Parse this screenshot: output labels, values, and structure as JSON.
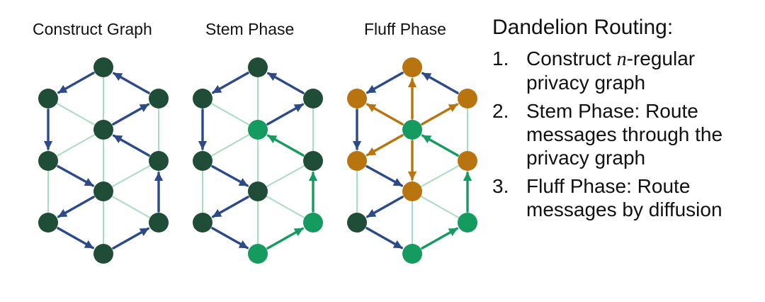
{
  "colors": {
    "node_dark": "#1f4d38",
    "node_green": "#159a60",
    "node_orange": "#b8740f",
    "edge_light": "#a7dcc2",
    "arrow_blue": "#2c4a8a",
    "arrow_green": "#159a60",
    "arrow_orange": "#b8740f"
  },
  "panels": [
    {
      "title": "Construct Graph",
      "node_colors": [
        "dark",
        "dark",
        "dark",
        "dark",
        "dark",
        "dark",
        "dark",
        "dark",
        "dark",
        "dark"
      ],
      "arrows": [
        {
          "from": 0,
          "to": 1,
          "color": "blue"
        },
        {
          "from": 2,
          "to": 0,
          "color": "blue"
        },
        {
          "from": 7,
          "to": 2,
          "color": "blue"
        },
        {
          "from": 1,
          "to": 3,
          "color": "blue"
        },
        {
          "from": 4,
          "to": 7,
          "color": "blue"
        },
        {
          "from": 3,
          "to": 8,
          "color": "blue"
        },
        {
          "from": 8,
          "to": 5,
          "color": "blue"
        },
        {
          "from": 5,
          "to": 9,
          "color": "blue"
        },
        {
          "from": 9,
          "to": 6,
          "color": "blue"
        },
        {
          "from": 6,
          "to": 4,
          "color": "blue"
        }
      ]
    },
    {
      "title": "Stem Phase",
      "node_colors": [
        "dark",
        "dark",
        "dark",
        "dark",
        "dark",
        "dark",
        "green",
        "green",
        "dark",
        "green"
      ],
      "arrows": [
        {
          "from": 0,
          "to": 1,
          "color": "blue"
        },
        {
          "from": 2,
          "to": 0,
          "color": "blue"
        },
        {
          "from": 7,
          "to": 2,
          "color": "blue"
        },
        {
          "from": 1,
          "to": 3,
          "color": "blue"
        },
        {
          "from": 4,
          "to": 7,
          "color": "green"
        },
        {
          "from": 3,
          "to": 8,
          "color": "blue"
        },
        {
          "from": 8,
          "to": 5,
          "color": "blue"
        },
        {
          "from": 5,
          "to": 9,
          "color": "blue"
        },
        {
          "from": 9,
          "to": 6,
          "color": "green"
        },
        {
          "from": 6,
          "to": 4,
          "color": "green"
        }
      ]
    },
    {
      "title": "Fluff Phase",
      "node_colors": [
        "orange",
        "orange",
        "orange",
        "orange",
        "orange",
        "dark",
        "green",
        "green",
        "orange",
        "green"
      ],
      "arrows": [
        {
          "from": 7,
          "to": 0,
          "color": "orange"
        },
        {
          "from": 7,
          "to": 1,
          "color": "orange"
        },
        {
          "from": 7,
          "to": 2,
          "color": "orange"
        },
        {
          "from": 7,
          "to": 3,
          "color": "orange"
        },
        {
          "from": 7,
          "to": 8,
          "color": "orange"
        },
        {
          "from": 0,
          "to": 1,
          "color": "blue"
        },
        {
          "from": 2,
          "to": 0,
          "color": "blue"
        },
        {
          "from": 1,
          "to": 3,
          "color": "blue"
        },
        {
          "from": 4,
          "to": 7,
          "color": "green"
        },
        {
          "from": 3,
          "to": 8,
          "color": "blue"
        },
        {
          "from": 8,
          "to": 5,
          "color": "blue"
        },
        {
          "from": 5,
          "to": 9,
          "color": "blue"
        },
        {
          "from": 9,
          "to": 6,
          "color": "green"
        },
        {
          "from": 6,
          "to": 4,
          "color": "green"
        }
      ]
    }
  ],
  "routing": {
    "title": "Dandelion Routing:",
    "steps": [
      {
        "num": "1.",
        "pre": "Construct ",
        "math": "n",
        "post": "-regular privacy graph"
      },
      {
        "num": "2.",
        "pre": "Stem Phase: Route messages through the privacy graph",
        "math": "",
        "post": ""
      },
      {
        "num": "3.",
        "pre": "Fluff Phase: Route messages by diffusion",
        "math": "",
        "post": ""
      }
    ]
  }
}
